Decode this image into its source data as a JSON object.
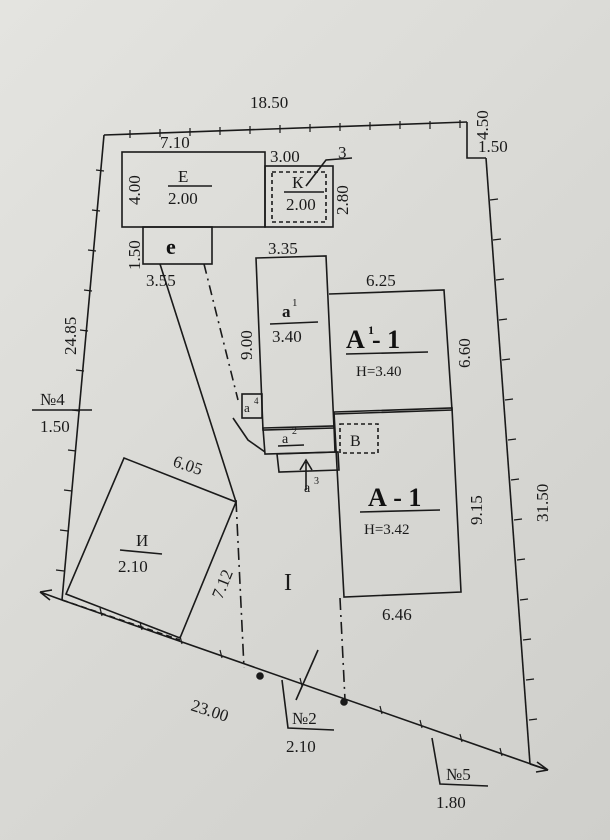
{
  "plot": {
    "dims": {
      "top": "18.50",
      "top_right_a": "4.50",
      "top_right_b": "1.50",
      "left": "24.85",
      "right": "31.50",
      "bottom": "23.00"
    },
    "neighbors": {
      "n4": {
        "label": "№4",
        "value": "1.50"
      },
      "n2": {
        "label": "№2",
        "value": "2.10"
      },
      "n5": {
        "label": "№5",
        "value": "1.80"
      }
    },
    "yard_label": "I"
  },
  "buildings": {
    "E": {
      "name": "Е",
      "height": "2.00",
      "width": "7.10",
      "depth": "4.00"
    },
    "K": {
      "name": "К",
      "height": "2.00",
      "width": "3.00",
      "depth": "2.80",
      "marker": "3"
    },
    "e": {
      "name": "е",
      "depth": "1.50",
      "width": "3.55"
    },
    "a1": {
      "name": "а",
      "sup": "1",
      "height": "3.40",
      "width": "3.35",
      "depth": "9.00"
    },
    "A1prime": {
      "name": "А",
      "sup": "1",
      "suffix": " - 1",
      "height": "Н=3.40",
      "width": "6.25",
      "depth": "6.60"
    },
    "A1": {
      "name": "А - 1",
      "height": "Н=3.42",
      "width": "6.46",
      "depth": "9.15"
    },
    "a2": {
      "name": "а",
      "sup": "2"
    },
    "a3": {
      "name": "а",
      "sup": "3"
    },
    "a4": {
      "name": "а",
      "sup": "4"
    },
    "B": {
      "name": "В"
    },
    "I": {
      "name": "И",
      "height": "2.10",
      "width": "6.05",
      "depth": "7.12"
    }
  },
  "colors": {
    "ink": "#1a1a1a",
    "paper": "#e0e0dc"
  }
}
